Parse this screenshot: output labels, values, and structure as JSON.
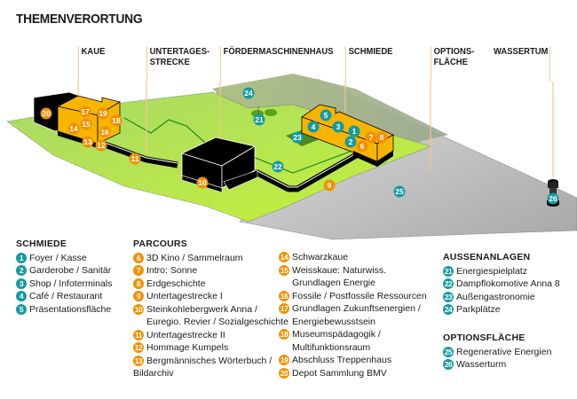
{
  "title": "THEMENVERORTUNG",
  "zones": [
    {
      "label_1": "KAUE",
      "label_2": ""
    },
    {
      "label_1": "UNTERTAGES-",
      "label_2": "STRECKE"
    },
    {
      "label_1": "FÖRDERMASCHINENHAUS",
      "label_2": ""
    },
    {
      "label_1": "SCHMIEDE",
      "label_2": ""
    },
    {
      "label_1": "OPTIONS-",
      "label_2": "FLÄCHE"
    },
    {
      "label_1": "WASSERTUM",
      "label_2": ""
    }
  ],
  "colors": {
    "teal": "#159aa0",
    "orange": "#f39000",
    "building_yellow": "#f7b500",
    "lawn_green": "#b5e04a",
    "dark_green_line": "#1a8a1a",
    "gray_area": "#b8b8b8",
    "guide_line": "#f8c48c"
  },
  "map_markers": {
    "m1": "1",
    "m2": "2",
    "m3": "3",
    "m4": "4",
    "m5": "5",
    "m6": "6",
    "m7": "7",
    "m8": "8",
    "m9": "9",
    "m10": "10",
    "m11": "11",
    "m12": "12",
    "m13": "13",
    "m14": "14",
    "m15": "15",
    "m16": "16",
    "m17": "17",
    "m18": "18",
    "m19": "19",
    "m20": "20",
    "m21": "21",
    "m22": "22",
    "m23": "23",
    "m24": "24",
    "m25": "25",
    "m26": "26"
  },
  "legend": {
    "schmiede": {
      "heading": "SCHMIEDE",
      "items": [
        {
          "num": "1",
          "text": "Foyer / Kasse"
        },
        {
          "num": "2",
          "text": "Garderobe / Sanitär"
        },
        {
          "num": "3",
          "text": "Shop / Infoterminals"
        },
        {
          "num": "4",
          "text": "Café / Restaurant"
        },
        {
          "num": "5",
          "text": "Präsentationsfläche"
        }
      ]
    },
    "parcours": {
      "heading": "PARCOURS",
      "items": [
        {
          "num": "6",
          "text": "3D Kino / Sammelraum",
          "text2": ""
        },
        {
          "num": "7",
          "text": "Intro: Sonne",
          "text2": ""
        },
        {
          "num": "8",
          "text": "Erdgeschichte",
          "text2": ""
        },
        {
          "num": "9",
          "text": "Untertagestrecke I",
          "text2": ""
        },
        {
          "num": "10",
          "text": "Steinkohlebergwerk Anna /",
          "text2": "Euregio. Revier / Sozialgeschichte"
        },
        {
          "num": "11",
          "text": "Untertagestrecke II",
          "text2": ""
        },
        {
          "num": "12",
          "text": "Hommage Kumpels",
          "text2": ""
        },
        {
          "num": "13",
          "text": "Bergmännisches Wörterbuch /",
          "text2": "Bildarchiv"
        },
        {
          "num": "14",
          "text": "Schwarzkaue",
          "text2": ""
        },
        {
          "num": "15",
          "text": "Weisskaue: Naturwiss.",
          "text2": "Grundlagen Energie"
        },
        {
          "num": "16",
          "text": "Fossile / Postfossile Ressourcen",
          "text2": ""
        },
        {
          "num": "17",
          "text": "Grundlagen Zukunftsenergien /",
          "text2": "Energiebewusstsein"
        },
        {
          "num": "18",
          "text": "Museumspädagogik /",
          "text2": "Multifunktionsraum"
        },
        {
          "num": "19",
          "text": "Abschluss Treppenhaus",
          "text2": ""
        },
        {
          "num": "20",
          "text": "Depot Sammlung BMV",
          "text2": ""
        }
      ]
    },
    "aussenanlagen": {
      "heading": "AUSSENANLAGEN",
      "items": [
        {
          "num": "21",
          "text": "Energiespielplatz"
        },
        {
          "num": "22",
          "text": "Dampflokomotive Anna 8"
        },
        {
          "num": "23",
          "text": "Außengastronomie"
        },
        {
          "num": "24",
          "text": "Parkplätze"
        }
      ]
    },
    "optionsflaeche": {
      "heading": "OPTIONSFLÄCHE",
      "items": [
        {
          "num": "25",
          "text": "Regenerative Energien"
        },
        {
          "num": "26",
          "text": "Wasserturm"
        }
      ]
    }
  }
}
